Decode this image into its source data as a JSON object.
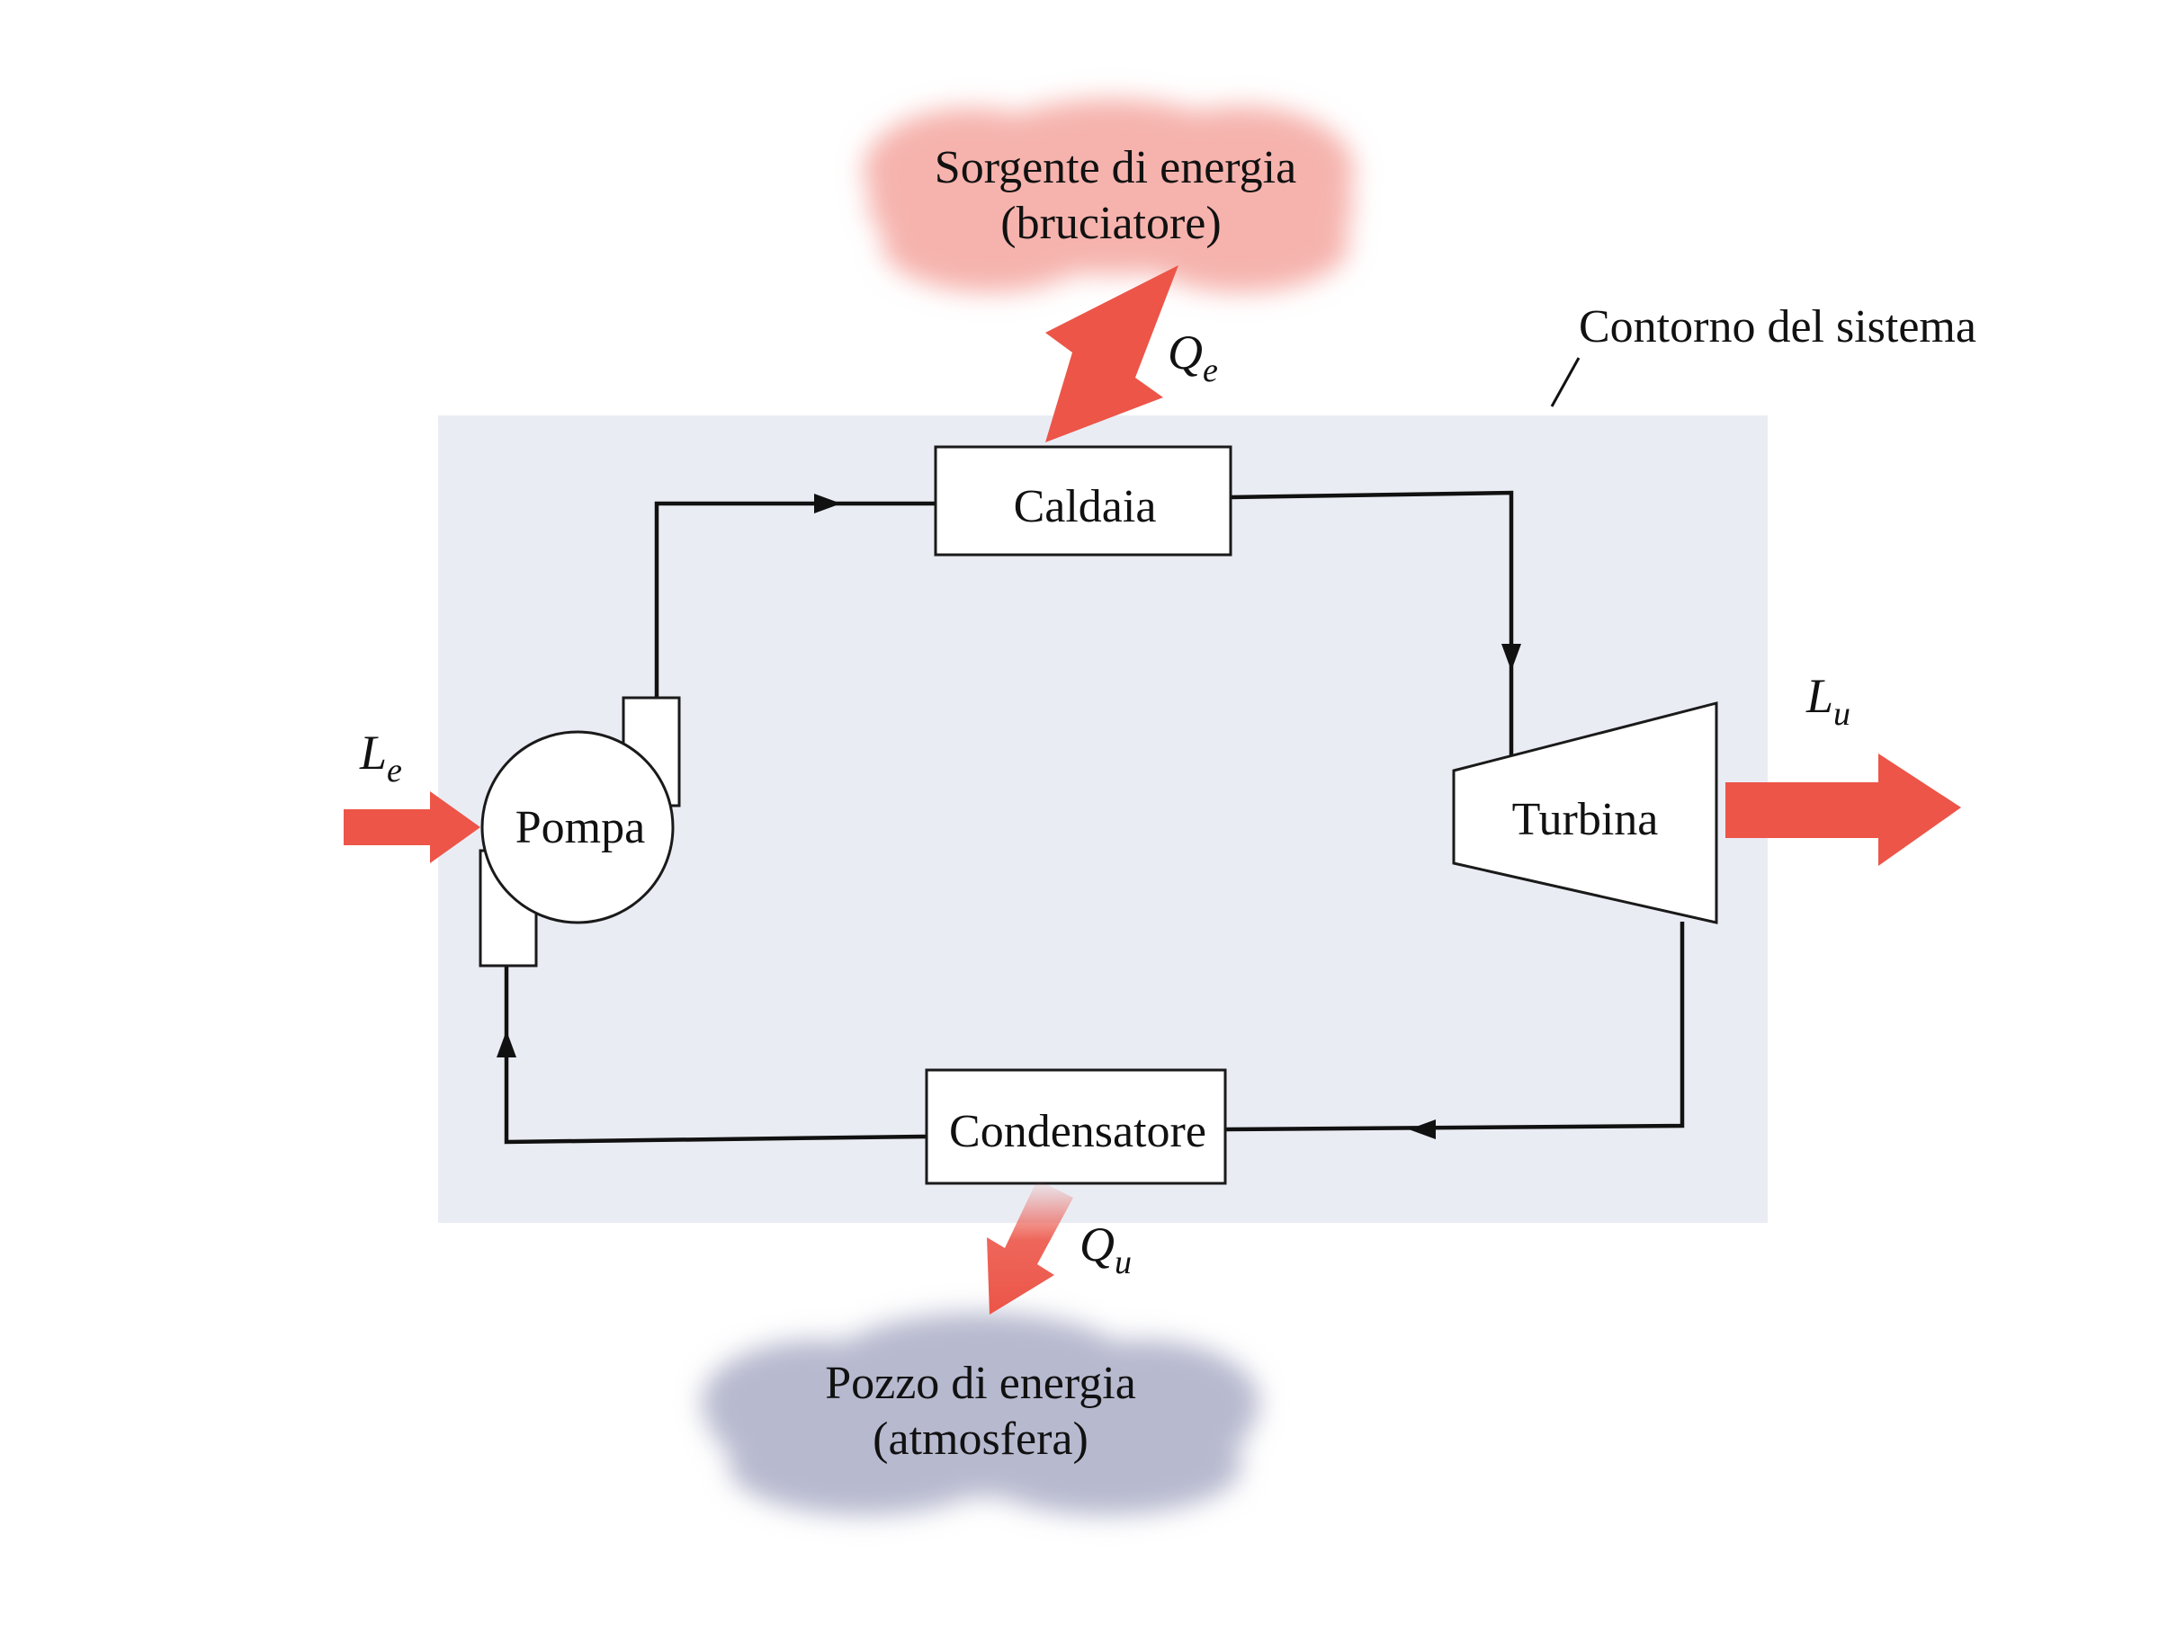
{
  "diagram": {
    "source": {
      "line1": "Sorgente di energia",
      "line2": "(bruciatore)",
      "color": "#f6b3ad"
    },
    "sink": {
      "line1": "Pozzo di energia",
      "line2": "(atmosfera)",
      "color": "#b7b9cf"
    },
    "boundary_label": "Contorno del sistema",
    "boundary_color": "#eaecf4",
    "arrow_color": "#ec5548",
    "components": {
      "boiler": "Caldaia",
      "turbine": "Turbina",
      "condenser": "Condensatore",
      "pump": "Pompa"
    },
    "flows": {
      "heat_in": {
        "main": "Q",
        "sub": "e"
      },
      "heat_out": {
        "main": "Q",
        "sub": "u"
      },
      "work_in": {
        "main": "L",
        "sub": "e"
      },
      "work_out": {
        "main": "L",
        "sub": "u"
      }
    }
  }
}
